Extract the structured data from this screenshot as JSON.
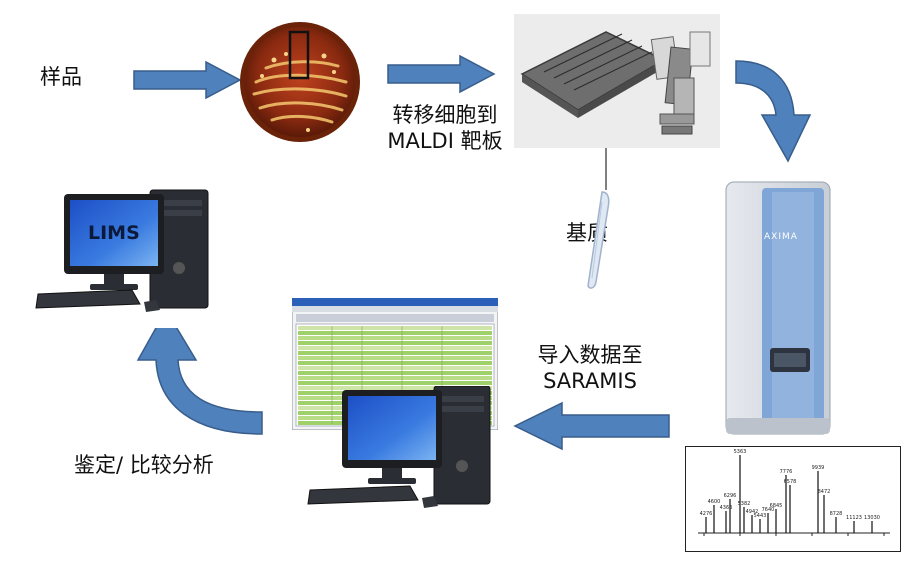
{
  "labels": {
    "sample": "样品",
    "transfer_line1": "转移细胞到",
    "transfer_line2": "MALDI 靶板",
    "matrix": "基质",
    "import_line1": "导入数据至",
    "import_line2": "SARAMIS",
    "identify": "鉴定/ 比较分析"
  },
  "monitor_text": "LIMS",
  "instrument_brand": "AXIMA",
  "colors": {
    "arrow_fill": "#4f81bd",
    "arrow_stroke": "#385d8a",
    "instrument_blue": "#7fa6d6",
    "screen_blue": "#2a58c4"
  },
  "spectrum_peaks": [
    {
      "label": "5363"
    },
    {
      "label": "7776"
    },
    {
      "label": "9939"
    },
    {
      "label": "6578"
    },
    {
      "label": "4600"
    },
    {
      "label": "8472"
    },
    {
      "label": "4363"
    },
    {
      "label": "5382"
    },
    {
      "label": "6845"
    },
    {
      "label": "7640"
    },
    {
      "label": "6296"
    },
    {
      "label": "4276"
    },
    {
      "label": "4942"
    },
    {
      "label": "8728"
    },
    {
      "label": "5443"
    },
    {
      "label": "11123"
    },
    {
      "label": "13030"
    }
  ]
}
